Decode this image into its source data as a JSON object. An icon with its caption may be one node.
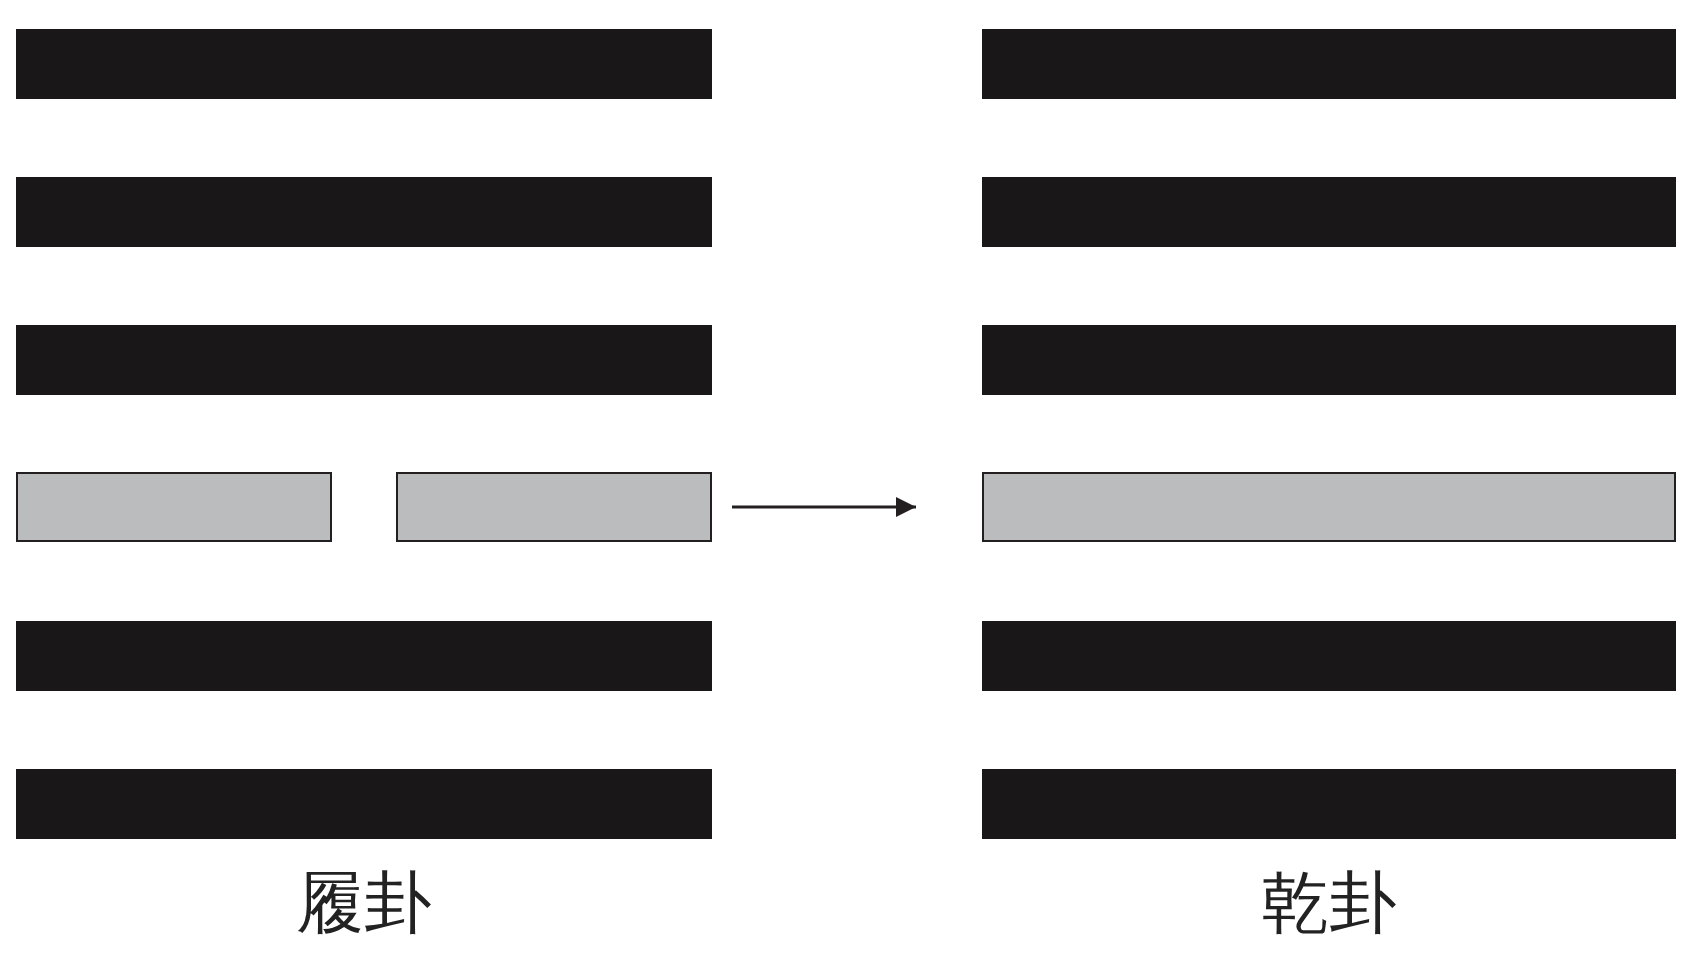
{
  "diagram": {
    "nodes": [
      {
        "text": [
          "履卦"
        ]
      },
      {
        "text": [
          "乾卦"
        ]
      }
    ],
    "edges": [
      {
        "from": 0,
        "to": 1,
        "arrow": "to"
      }
    ]
  }
}
